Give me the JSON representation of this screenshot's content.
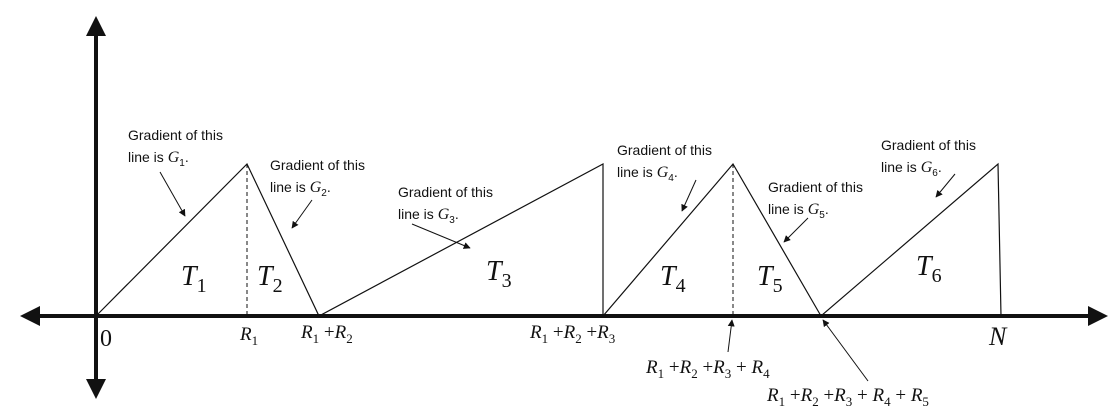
{
  "axes": {
    "origin": "0",
    "end": "N",
    "marks": [
      {
        "parts": [
          [
            "R",
            "1"
          ]
        ]
      },
      {
        "parts": [
          [
            "R",
            "1"
          ],
          [
            "+R",
            "2"
          ]
        ]
      },
      {
        "parts": [
          [
            "R",
            "1"
          ],
          [
            "+R",
            "2"
          ],
          [
            "+R",
            "3"
          ]
        ]
      },
      {
        "parts": [
          [
            "R",
            "1"
          ],
          [
            "+R",
            "2"
          ],
          [
            "+R",
            "3"
          ],
          [
            "+ R",
            "4"
          ]
        ]
      },
      {
        "parts": [
          [
            "R",
            "1"
          ],
          [
            "+R",
            "2"
          ],
          [
            "+R",
            "3"
          ],
          [
            "+ R",
            "4"
          ],
          [
            "+ R",
            "5"
          ]
        ]
      }
    ]
  },
  "regions": [
    {
      "name": "T",
      "sub": "1"
    },
    {
      "name": "T",
      "sub": "2"
    },
    {
      "name": "T",
      "sub": "3"
    },
    {
      "name": "T",
      "sub": "4"
    },
    {
      "name": "T",
      "sub": "5"
    },
    {
      "name": "T",
      "sub": "6"
    }
  ],
  "gradients": [
    {
      "line1": "Gradient of this",
      "line2": "line is ",
      "g": "G",
      "sub": "1",
      "end": "."
    },
    {
      "line1": "Gradient of this",
      "line2": "line is ",
      "g": "G",
      "sub": "2",
      "end": "."
    },
    {
      "line1": "Gradient of this",
      "line2": "line is ",
      "g": "G",
      "sub": "3",
      "end": "."
    },
    {
      "line1": "Gradient of this",
      "line2": "line is ",
      "g": "G",
      "sub": "4",
      "end": "."
    },
    {
      "line1": "Gradient of this",
      "line2": "line is ",
      "g": "G",
      "sub": "5",
      "end": "."
    },
    {
      "line1": "Gradient of this",
      "line2": "line is ",
      "g": "G",
      "sub": "6",
      "end": "."
    }
  ]
}
